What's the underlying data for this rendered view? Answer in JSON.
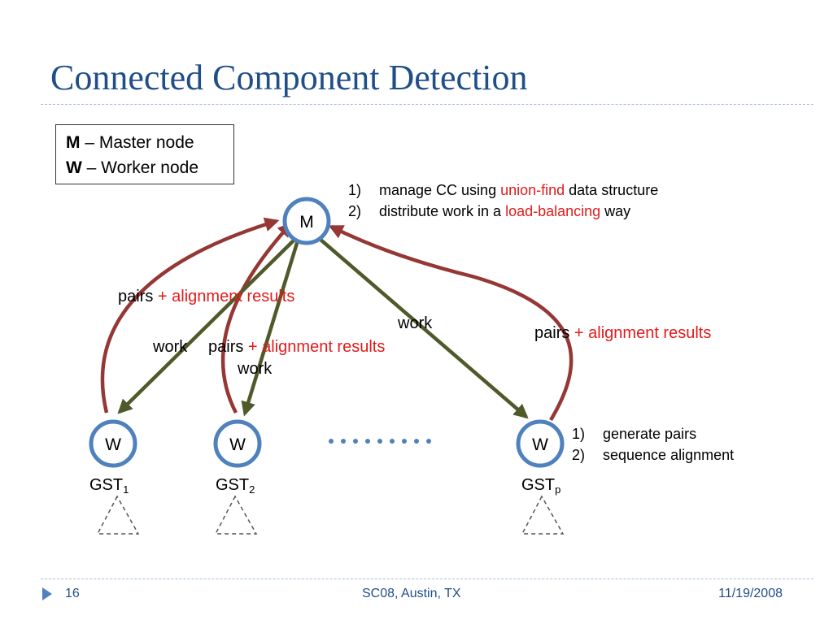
{
  "slide": {
    "title": "Connected Component Detection"
  },
  "legend": {
    "m_key": "M",
    "m_text": " – Master node",
    "w_key": "W",
    "w_text": " – Worker node"
  },
  "master_notes": [
    {
      "num": "1)",
      "pre": "manage CC using ",
      "hl": "union-find",
      "post": " data structure"
    },
    {
      "num": "2)",
      "pre": "distribute work in a ",
      "hl": "load-balancing",
      "post": " way"
    }
  ],
  "worker_notes": [
    {
      "num": "1)",
      "text": "generate pairs"
    },
    {
      "num": "2)",
      "text": "sequence alignment"
    }
  ],
  "nodes": {
    "master": "M",
    "worker1": "W",
    "worker2": "W",
    "worker3": "W"
  },
  "gst": [
    {
      "base": "GST",
      "sub": "1"
    },
    {
      "base": "GST",
      "sub": "2"
    },
    {
      "base": "GST",
      "sub": "p"
    }
  ],
  "edge_labels": {
    "pairs": "pairs",
    "alignment": "+ alignment results",
    "work": "work"
  },
  "footer": {
    "page": "16",
    "event": "SC08, Austin, TX",
    "date": "11/19/2008"
  },
  "colors": {
    "title": "#1f4e89",
    "node_ring": "#4f81bd",
    "result_arrow": "#953735",
    "work_arrow": "#4f5a2a",
    "highlight": "#e21a1a"
  }
}
